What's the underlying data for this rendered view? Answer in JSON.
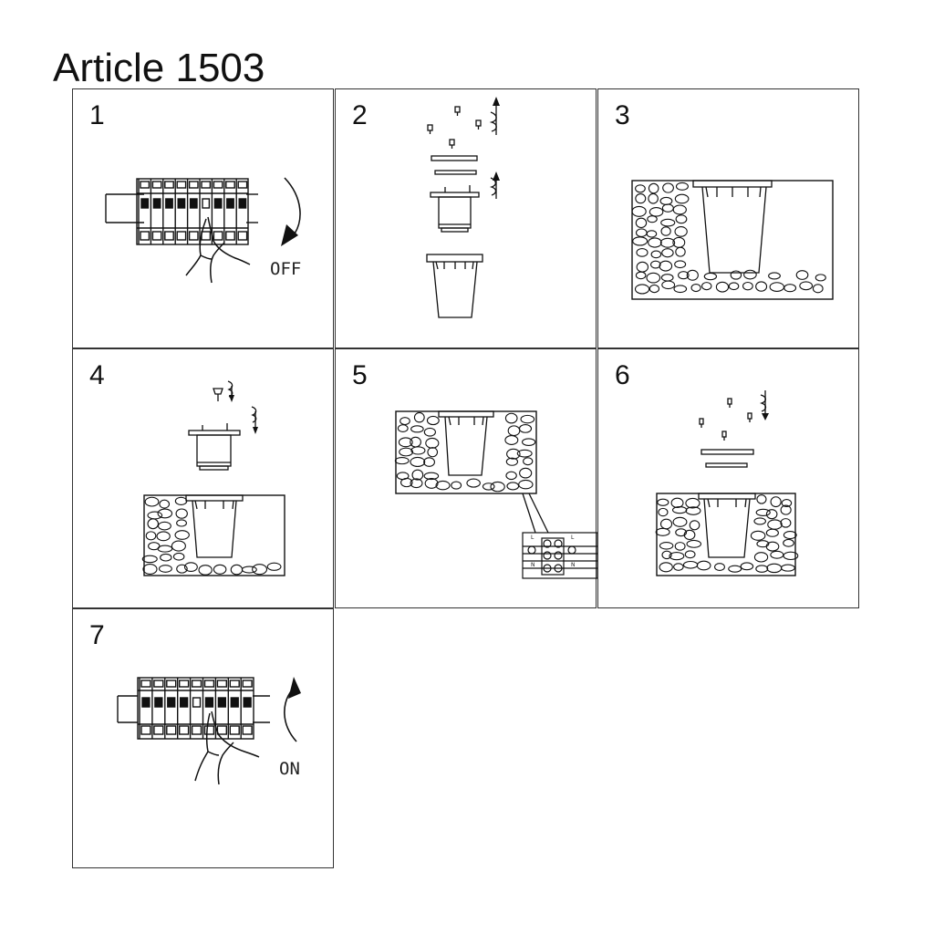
{
  "document": {
    "title": "Article 1503"
  },
  "panels": [
    {
      "number": "1",
      "label": "OFF"
    },
    {
      "number": "2"
    },
    {
      "number": "3"
    },
    {
      "number": "4"
    },
    {
      "number": "5",
      "terminal_labels": {
        "left_top": "L",
        "left_bottom": "N",
        "right_top": "L",
        "right_bottom": "N"
      }
    },
    {
      "number": "6"
    },
    {
      "number": "7",
      "label": "ON"
    }
  ],
  "icons": [
    "breaker-panel-icon",
    "hand-icon",
    "rotation-arrow-icon",
    "screw-icon",
    "fixture-ring-icon",
    "lamp-body-icon",
    "ground-sleeve-icon",
    "stone-ground-icon",
    "terminal-block-icon"
  ]
}
